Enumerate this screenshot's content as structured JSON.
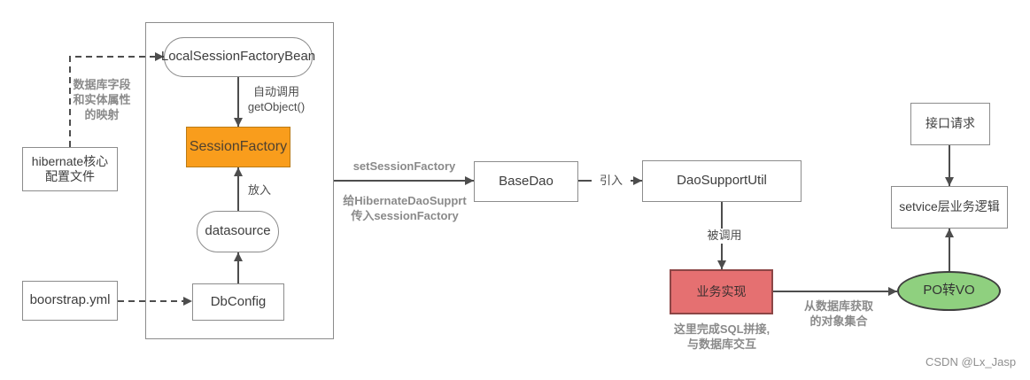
{
  "diagram": {
    "nodes": {
      "local_session_factory_bean": "LocalSessionFactoryBean",
      "session_factory": "SessionFactory",
      "datasource": "datasource",
      "db_config": "DbConfig",
      "hibernate_config": "hibernate核心\n配置文件",
      "bootstrap_yml": "boorstrap.yml",
      "base_dao": "BaseDao",
      "dao_support_util": "DaoSupportUtil",
      "business_impl": "业务实现",
      "po_to_vo": "PO转VO",
      "api_request": "接口请求",
      "service_logic": "setvice层业务逻辑"
    },
    "edge_labels": {
      "mapping_note": "数据库字段\n和实体属性\n的映射",
      "auto_call": "自动调用\ngetObject()",
      "put_in": "放入",
      "set_session_factory": "setSessionFactory",
      "pass_session_factory": "给HibernateDaoSupprt\n传入sessionFactory",
      "import": "引入",
      "be_called": "被调用",
      "fetch_objects": "从数据库获取\n的对象集合",
      "sql_note": "这里完成SQL拼接,\n与数据库交互"
    },
    "colors": {
      "session_factory_fill": "#F99D1C",
      "business_impl_fill": "#E57071",
      "po_to_vo_fill": "#8FD07F",
      "box_border": "#8C8C8C",
      "arrow": "#4D4D4D",
      "annotation_text": "#8A8A8A"
    }
  },
  "watermark": "CSDN @Lx_Jasp"
}
